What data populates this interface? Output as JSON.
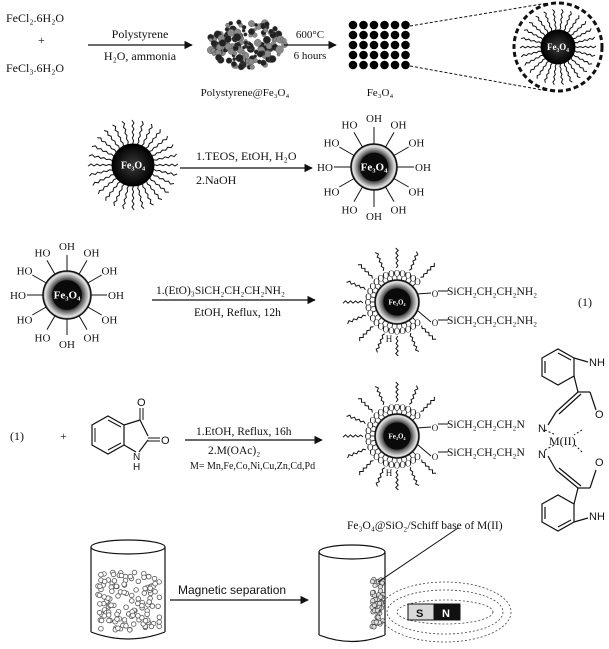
{
  "step1": {
    "reagent_a": "FeCl₂.6H₂O",
    "plus": "+",
    "reagent_b": "FeCl₃.6H₂O",
    "arrow1_top": "Polystyrene",
    "arrow1_bottom": "H₂O, ammonia",
    "template_label": "Polystyrene@Fe₃O₄",
    "arrow2_top": "600°C",
    "arrow2_bottom": "6 hours",
    "product_label": "Fe₃O₄"
  },
  "step2": {
    "cond1": "1.TEOS, EtOH, H₂O",
    "cond2": "2.NaOH"
  },
  "step3": {
    "cond1": "1.(EtO)₃SiCH₂CH₂CH₂NH₂",
    "cond2": "EtOH, Reflux, 12h",
    "chain1": "SiCH₂CH₂CH₂NH₂",
    "chain2": "SiCH₂CH₂CH₂NH₂",
    "compound_number": "(1)"
  },
  "step4": {
    "reactant_number": "(1)",
    "plus": "+",
    "cond1": "1.EtOH, Reflux, 16h",
    "cond2": "2.M(OAc)₂",
    "cond3": "M= Mn,Fe,Co,Ni,Cu,Zn,Cd,Pd",
    "chain1": "SiCH₂CH₂CH₂N",
    "chain2": "SiCH₂CH₂CH₂N",
    "metal": "M(II)",
    "nh_top": "NH",
    "nh_bottom": "NH",
    "nh_reagent": "N",
    "h_reagent": "H",
    "o_label": "O",
    "product_label": "Fe₃O₄@SiO₂/Schiff base of M(II)"
  },
  "separation": {
    "label": "Magnetic separation",
    "magnet_s": "S",
    "magnet_n": "N"
  },
  "particles": {
    "core_label": "Fe₃O₄",
    "core_label_small": "Fe₃O₄",
    "oh": "OH",
    "ho": "HO",
    "o": "O",
    "h": "H"
  }
}
